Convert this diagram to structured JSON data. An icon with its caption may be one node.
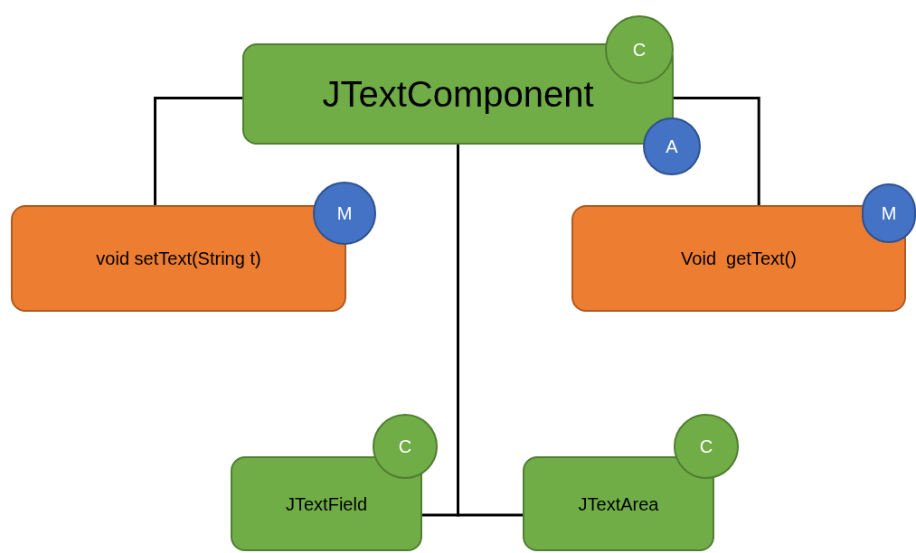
{
  "diagram": {
    "nodes": [
      {
        "text": [
          "JTextComponent"
        ]
      },
      {
        "text": [
          "C"
        ]
      },
      {
        "text": [
          "A"
        ]
      },
      {
        "text": [
          "void setText(String t)"
        ]
      },
      {
        "text": [
          "M"
        ]
      },
      {
        "text": [
          "Void  getText()"
        ]
      },
      {
        "text": [
          "M"
        ]
      },
      {
        "text": [
          "JTextField"
        ]
      },
      {
        "text": [
          "C"
        ]
      },
      {
        "text": [
          "JTextArea"
        ]
      },
      {
        "text": [
          "C"
        ]
      }
    ],
    "edges": [
      {
        "from": 0,
        "to": 3,
        "arrow": "none"
      },
      {
        "from": 0,
        "to": 5,
        "arrow": "none"
      },
      {
        "from": 0,
        "to": 7,
        "arrow": "none"
      },
      {
        "from": 0,
        "to": 9,
        "arrow": "none"
      }
    ]
  }
}
